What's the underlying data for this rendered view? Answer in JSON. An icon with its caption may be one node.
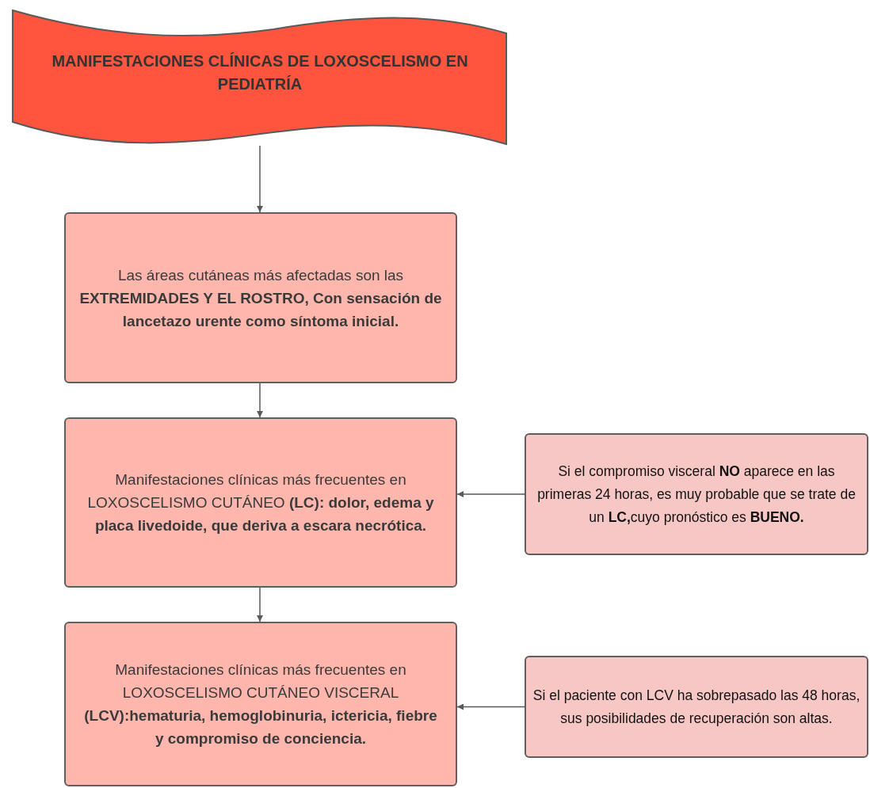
{
  "diagram": {
    "nodes": [
      {
        "text": [
          "MANIFESTACIONES CLÍNICAS DE LOXOSCELISMO EN PEDIATRÍA"
        ]
      },
      {
        "text": [
          "Las áreas cutáneas más afectadas son las **EXTREMIDADES Y EL ROSTRO, Con sensación de lancetazo urente como síntoma inicial.**"
        ]
      },
      {
        "text": [
          "Manifestaciones clínicas más frecuentes en LOXOSCELISMO CUTÁNEO **(LC): dolor, edema y placa livedoide, que deriva a escara necrótica.**"
        ]
      },
      {
        "text": [
          "Si el compromiso visceral **NO** aparece en las primeras 24 horas, es muy probable que se trate de un **LC,**cuyo pronóstico es **BUENO.**"
        ]
      },
      {
        "text": [
          "Manifestaciones clínicas más frecuentes en LOXOSCELISMO CUTÁNEO VISCERAL **(LCV):hematuria, hemoglobinuria, ictericia, fiebre y compromiso de conciencia.**"
        ]
      },
      {
        "text": [
          "Si el paciente con LCV ha sobrepasado las 48 horas, sus posibilidades de recuperación son altas."
        ]
      }
    ],
    "edges": [
      {
        "from": 0,
        "to": 1,
        "arrow": "to"
      },
      {
        "from": 1,
        "to": 2,
        "arrow": "to"
      },
      {
        "from": 3,
        "to": 2,
        "arrow": "to"
      },
      {
        "from": 2,
        "to": 4,
        "arrow": "to"
      },
      {
        "from": 5,
        "to": 4,
        "arrow": "to"
      }
    ]
  }
}
